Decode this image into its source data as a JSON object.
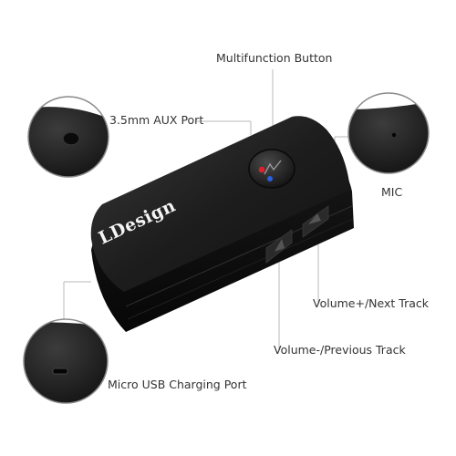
{
  "brand": {
    "logo_text": "LDesign",
    "accent_red": "#e0202a",
    "accent_blue": "#2a5fe0",
    "device_color": "#1c1c1c"
  },
  "callouts": {
    "multifunction_button": "Multifunction Button",
    "aux_port": "3.5mm AUX Port",
    "mic": "MIC",
    "volume_up": "Volume+/Next Track",
    "volume_down": "Volume-/Previous Track",
    "usb_port": "Micro USB Charging Port"
  },
  "icons": [
    "aux-port-closeup",
    "mic-closeup",
    "usb-port-closeup",
    "volume-up-icon",
    "volume-down-icon",
    "led-indicator-icon"
  ]
}
